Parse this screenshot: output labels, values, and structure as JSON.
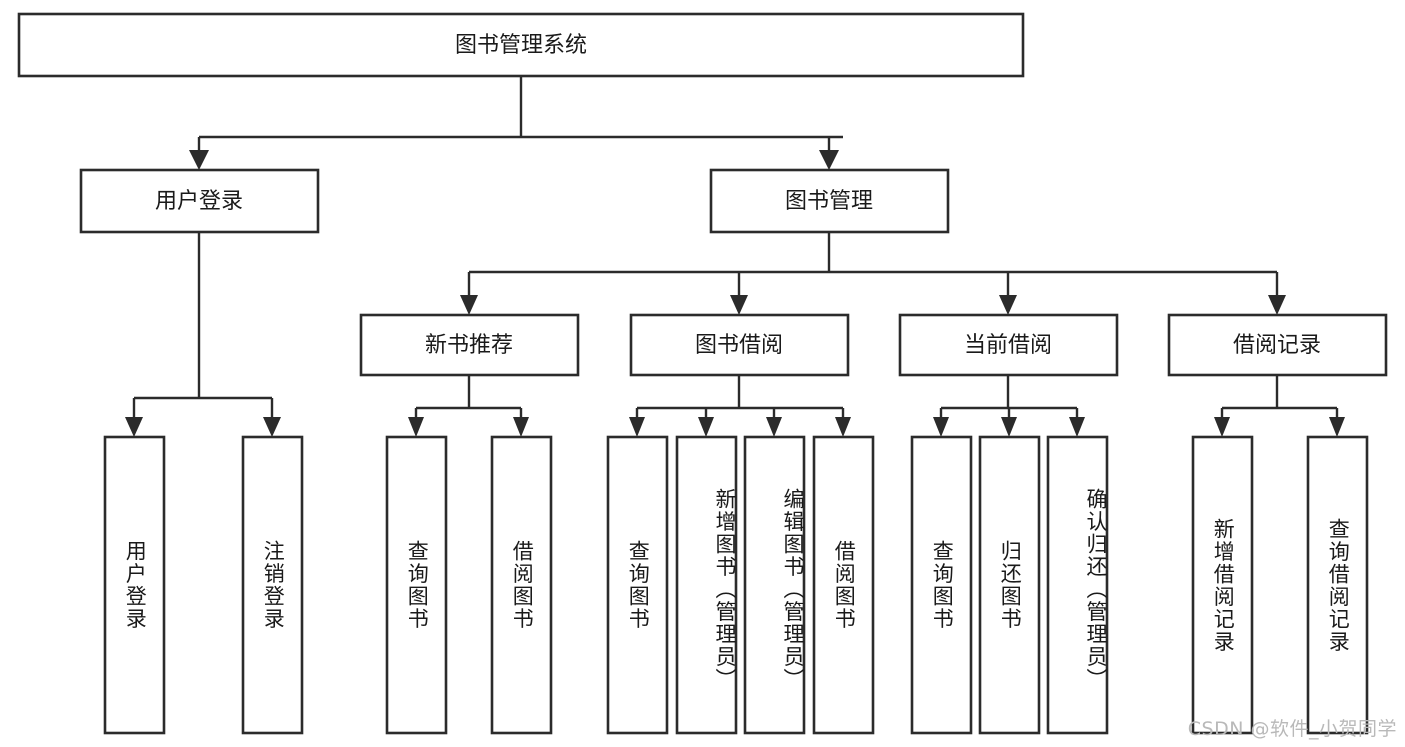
{
  "diagram": {
    "type": "tree-hierarchy",
    "title": "图书管理系统",
    "orientation": "top-down",
    "colors": {
      "box_stroke": "#2b2b2b",
      "box_fill": "#ffffff",
      "connector": "#2b2b2b",
      "text": "#1a1a1a",
      "watermark": "#b9b9b9",
      "background": "#ffffff"
    },
    "root": {
      "label": "图书管理系统",
      "id": "root"
    },
    "level2": [
      {
        "id": "user-login",
        "label": "用户登录"
      },
      {
        "id": "book-manage",
        "label": "图书管理"
      }
    ],
    "level3": [
      {
        "id": "new-book-recommend",
        "label": "新书推荐",
        "parent": "book-manage"
      },
      {
        "id": "book-borrow",
        "label": "图书借阅",
        "parent": "book-manage"
      },
      {
        "id": "current-borrow",
        "label": "当前借阅",
        "parent": "book-manage"
      },
      {
        "id": "borrow-record",
        "label": "借阅记录",
        "parent": "book-manage"
      }
    ],
    "leaves": {
      "user-login": [
        {
          "id": "leaf-user-login",
          "label": "用户登录"
        },
        {
          "id": "leaf-logout",
          "label": "注销登录"
        }
      ],
      "new-book-recommend": [
        {
          "id": "leaf-query-book-1",
          "label": "查询图书"
        },
        {
          "id": "leaf-borrow-book-1",
          "label": "借阅图书"
        }
      ],
      "book-borrow": [
        {
          "id": "leaf-query-book-2",
          "label": "查询图书"
        },
        {
          "id": "leaf-add-book",
          "label": "新增图书（管理员）"
        },
        {
          "id": "leaf-edit-book",
          "label": "编辑图书（管理员）"
        },
        {
          "id": "leaf-borrow-book-2",
          "label": "借阅图书"
        }
      ],
      "current-borrow": [
        {
          "id": "leaf-query-book-3",
          "label": "查询图书"
        },
        {
          "id": "leaf-return-book",
          "label": "归还图书"
        },
        {
          "id": "leaf-confirm-return",
          "label": "确认归还（管理员）"
        }
      ],
      "borrow-record": [
        {
          "id": "leaf-add-record",
          "label": "新增借阅记录"
        },
        {
          "id": "leaf-query-record",
          "label": "查询借阅记录"
        }
      ]
    }
  },
  "watermark": {
    "text": "CSDN @软件_小贺同学"
  }
}
